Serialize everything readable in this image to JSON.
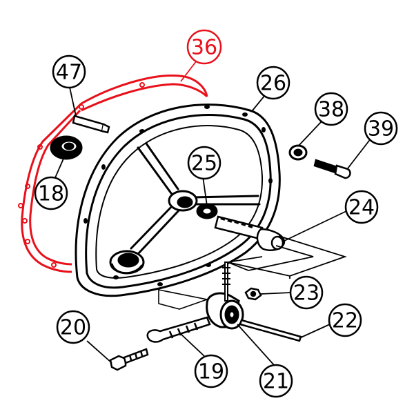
{
  "diagram": {
    "highlight_color": "#e8101a",
    "line_color": "#000000",
    "callouts": [
      {
        "id": "c36",
        "label": "36",
        "highlighted": true
      },
      {
        "id": "c47",
        "label": "47",
        "highlighted": false
      },
      {
        "id": "c26",
        "label": "26",
        "highlighted": false
      },
      {
        "id": "c38",
        "label": "38",
        "highlighted": false
      },
      {
        "id": "c39",
        "label": "39",
        "highlighted": false
      },
      {
        "id": "c25",
        "label": "25",
        "highlighted": false
      },
      {
        "id": "c18",
        "label": "18",
        "highlighted": false
      },
      {
        "id": "c24",
        "label": "24",
        "highlighted": false
      },
      {
        "id": "c23",
        "label": "23",
        "highlighted": false
      },
      {
        "id": "c20",
        "label": "20",
        "highlighted": false
      },
      {
        "id": "c22",
        "label": "22",
        "highlighted": false
      },
      {
        "id": "c19",
        "label": "19",
        "highlighted": false
      },
      {
        "id": "c21",
        "label": "21",
        "highlighted": false
      }
    ]
  }
}
